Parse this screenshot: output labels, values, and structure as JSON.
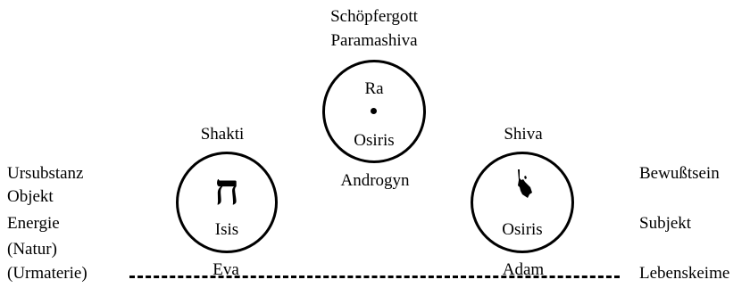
{
  "top": {
    "creator": "Schöpfergott",
    "paramashiva": "Paramashiva"
  },
  "center_circle": {
    "ra": "Ra",
    "osiris": "Osiris",
    "androgyn": "Androgyn"
  },
  "left_circle": {
    "shakti": "Shakti",
    "hebrew_letter": "ח",
    "isis": "Isis",
    "eva": "Eva"
  },
  "right_circle": {
    "shiva": "Shiva",
    "osiris": "Osiris",
    "adam": "Adam"
  },
  "left_labels": {
    "ursubstanz": "Ursubstanz",
    "objekt": "Objekt",
    "energie": "Energie",
    "natur": "(Natur)",
    "urmaterie": "(Urmaterie)"
  },
  "right_labels": {
    "bewusstsein": "Bewußtsein",
    "subjekt": "Subjekt",
    "lebenskeime": "Lebenskeime"
  }
}
